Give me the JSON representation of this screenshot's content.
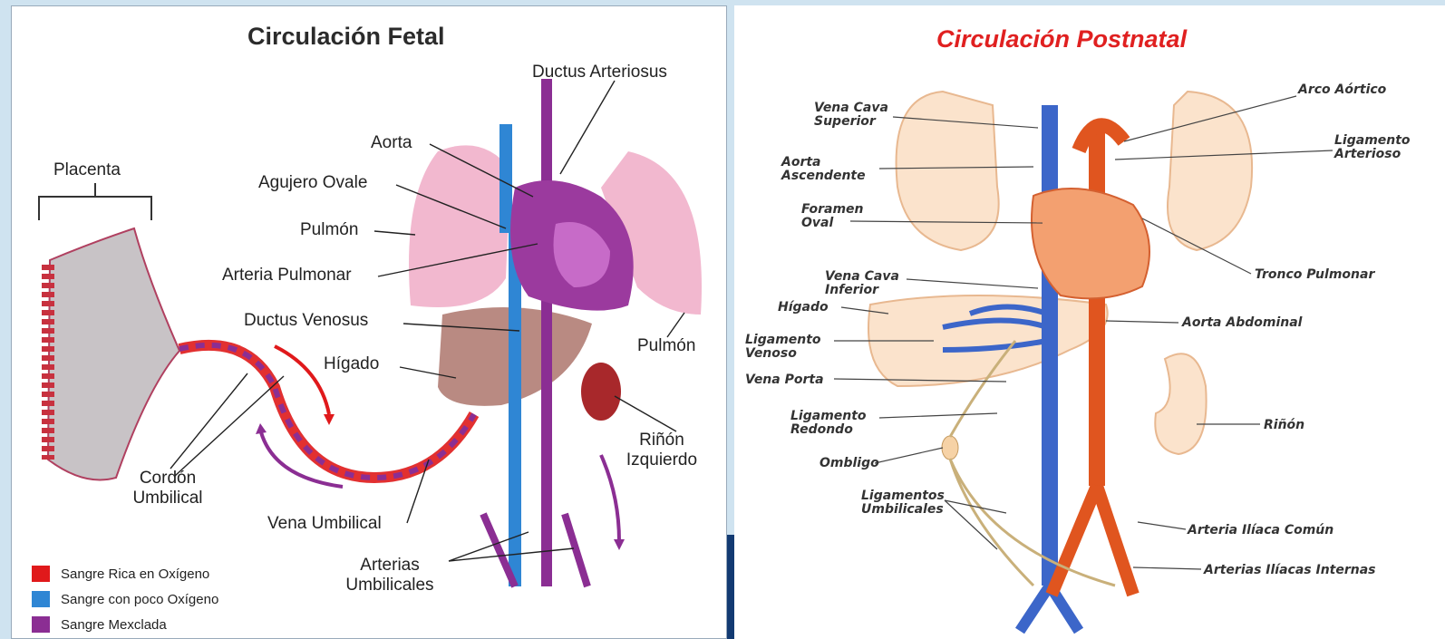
{
  "fetal": {
    "title": "Circulación Fetal",
    "labels": {
      "placenta": "Placenta",
      "ductus_arteriosus": "Ductus Arteriosus",
      "aorta": "Aorta",
      "agujero_ovale": "Agujero Ovale",
      "pulmon_left": "Pulmón",
      "arteria_pulmonar": "Arteria Pulmonar",
      "ductus_venosus": "Ductus Venosus",
      "higado": "Hígado",
      "pulmon_right": "Pulmón",
      "rinon_line1": "Riñón",
      "rinon_line2": "Izquierdo",
      "cordon_line1": "Cordón",
      "cordon_line2": "Umbilical",
      "vena_umbilical": "Vena Umbilical",
      "arterias_line1": "Arterias",
      "arterias_line2": "Umbilicales"
    },
    "legend": [
      {
        "label": "Sangre Rica en Oxígeno",
        "color": "#e0191b"
      },
      {
        "label": "Sangre con poco Oxígeno",
        "color": "#2f86d4"
      },
      {
        "label": "Sangre Mexclada",
        "color": "#8b2e93"
      }
    ]
  },
  "postnatal": {
    "title": "Circulación Postnatal",
    "labels": {
      "vena_cava_superior": "Vena Cava\nSuperior",
      "aorta_ascendente": "Aorta\nAscendente",
      "foramen_oval": "Foramen\nOval",
      "vena_cava_inferior": "Vena Cava\nInferior",
      "higado": "Hígado",
      "ligamento_venoso": "Ligamento\nVenoso",
      "vena_porta": "Vena Porta",
      "ligamento_redondo": "Ligamento\nRedondo",
      "ombligo": "Ombligo",
      "ligamentos_umbilicales": "Ligamentos\nUmbilicales",
      "arco_aortico": "Arco Aórtico",
      "ligamento_arterioso": "Ligamento\nArterioso",
      "tronco_pulmonar": "Tronco Pulmonar",
      "aorta_abdominal": "Aorta Abdominal",
      "rinon": "Riñón",
      "arteria_iliaca_comun": "Arteria Ilíaca Común",
      "arterias_iliacas_internas": "Arterias Ilíacas Internas"
    }
  },
  "colors": {
    "oxygen_rich": "#e0191b",
    "low_oxygen": "#2f86d4",
    "mixed": "#8b2e93",
    "postnatal_title": "#e02020",
    "artery_orange": "#e0551f",
    "vein_blue": "#3c66c9"
  }
}
